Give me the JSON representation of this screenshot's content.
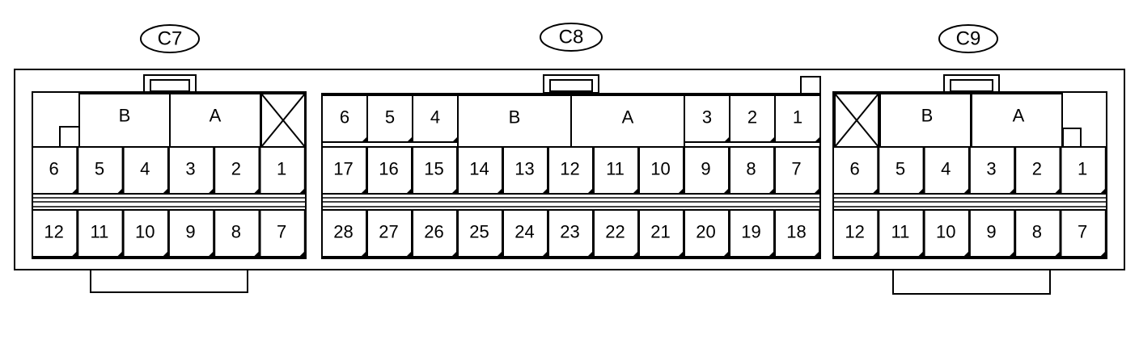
{
  "connectors": [
    {
      "id": "c7",
      "label": "C7",
      "top_labels": [
        "B",
        "A"
      ],
      "row1": [
        "6",
        "5",
        "4",
        "3",
        "2",
        "1"
      ],
      "row2": [
        "12",
        "11",
        "10",
        "9",
        "8",
        "7"
      ]
    },
    {
      "id": "c8",
      "label": "C8",
      "top_labels": [
        "6",
        "5",
        "4",
        "B",
        "A",
        "3",
        "2",
        "1"
      ],
      "row1": [
        "17",
        "16",
        "15",
        "14",
        "13",
        "12",
        "11",
        "10",
        "9",
        "8",
        "7"
      ],
      "row2": [
        "28",
        "27",
        "26",
        "25",
        "24",
        "23",
        "22",
        "21",
        "20",
        "19",
        "18"
      ]
    },
    {
      "id": "c9",
      "label": "C9",
      "top_labels": [
        "B",
        "A"
      ],
      "row1": [
        "6",
        "5",
        "4",
        "3",
        "2",
        "1"
      ],
      "row2": [
        "12",
        "11",
        "10",
        "9",
        "8",
        "7"
      ]
    }
  ]
}
